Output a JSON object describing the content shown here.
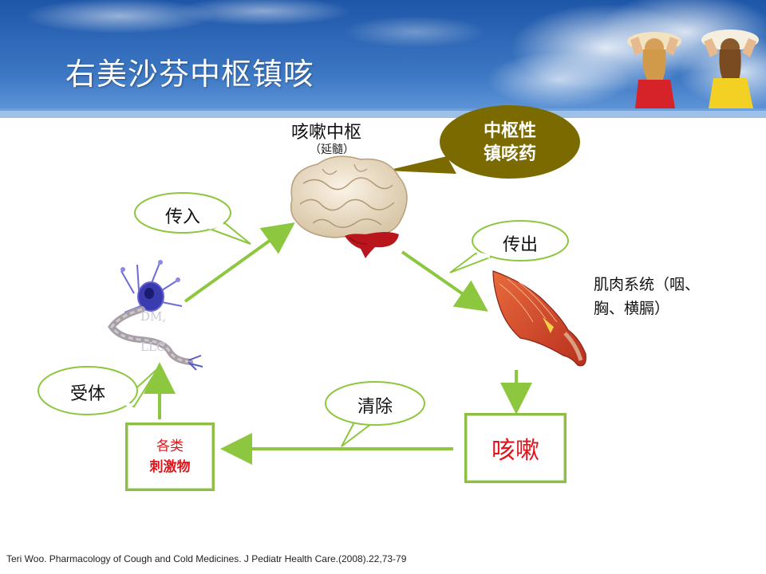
{
  "slide": {
    "title": "右美沙芬中枢镇咳",
    "center_label": "咳嗽中枢",
    "center_sublabel": "（延髓）",
    "drug_label_line1": "中枢性",
    "drug_label_line2": "镇咳药",
    "bubble_afferent": "传入",
    "bubble_efferent": "传出",
    "bubble_receptor": "受体",
    "bubble_clear": "清除",
    "muscle_label_line1": "肌肉系统（咽、",
    "muscle_label_line2": "胸、横膈）",
    "stimuli_line1": "各类",
    "stimuli_line2": "刺激物",
    "cough_label": "咳嗽",
    "neuron_watermark_1": "DM,",
    "neuron_watermark_2": "LLC",
    "citation": "Teri Woo. Pharmacology of Cough and Cold Medicines. J Pediatr Health Care.(2008).22,73-79"
  },
  "colors": {
    "banner_blue": "#2f67b3",
    "banner_stripe": "#8fb6e6",
    "arrow_green": "#8dc63f",
    "bubble_border": "#8dc63f",
    "drug_bubble": "#7a6a00",
    "accent_red": "#e0141a"
  }
}
